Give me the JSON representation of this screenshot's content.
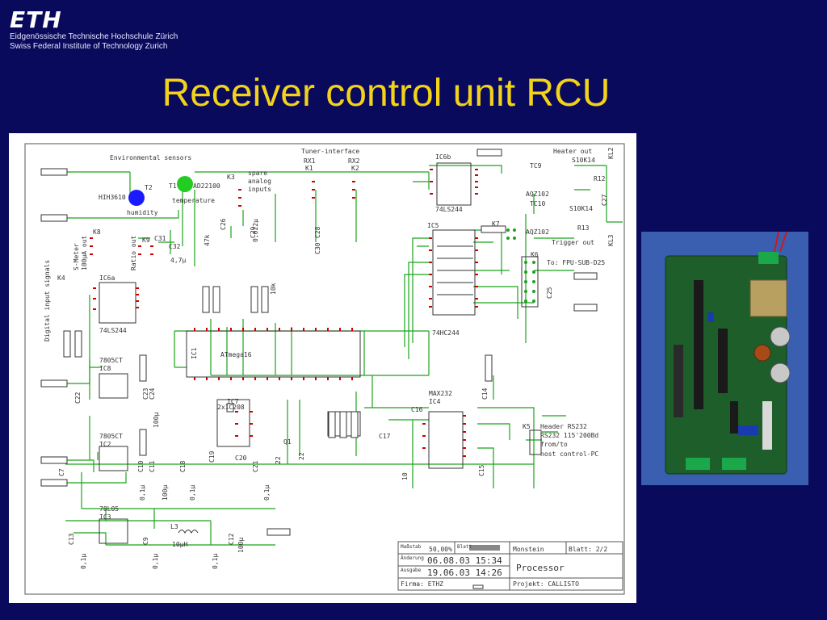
{
  "logo": {
    "mark": "ETH",
    "line1": "Eidgenössische Technische Hochschule Zürich",
    "line2": "Swiss Federal Institute of Technology Zurich"
  },
  "slide": {
    "title": "Receiver control unit RCU"
  },
  "schematic": {
    "labels": {
      "env": "Environmental sensors",
      "tuner": "Tuner-interface",
      "heater": "Heater out",
      "trigger": "Trigger out",
      "digital": "Digital input signals",
      "spare": "spare",
      "analog": "analog",
      "inputs": "inputs",
      "humidity": "humidity",
      "temperature": "temperature",
      "fpu": "To: FPU-SUB-D25",
      "header": "Header RS232",
      "rs232": "RS232 115'200Bd",
      "fromto": "from/to",
      "hostpc": "host control-PC",
      "smeter": "S-Meter",
      "smeter2": "100µA out",
      "ratio": "Ratio out"
    },
    "parts": {
      "ic6a": "IC6a",
      "ic6a_t": "74LS244",
      "ic6b": "IC6b",
      "ic6b_t": "74LS244",
      "ic5": "IC5",
      "ic5_t": "74HC244",
      "ic1": "IC1",
      "ic1_t": "ATmega16",
      "ic4": "IC4",
      "ic4_t": "MAX232",
      "ic7": "IC7",
      "ic7_t": "2x1C208",
      "ic8": "IC8",
      "ic8_t": "7805CT",
      "ic2": "IC2",
      "ic2_t": "7805CT",
      "ic3": "IC3",
      "ic3_t": "78L05",
      "t1": "T1",
      "t1_t": "AD22100",
      "t2": "T2",
      "t2_t": "HIH3610",
      "k1": "K1",
      "k2": "K2",
      "k3": "K3",
      "k4": "K4",
      "k5": "K5",
      "k6": "K6",
      "k7": "K7",
      "k8": "K8",
      "k9": "K9",
      "kl2": "KL2",
      "kl3": "KL3",
      "tc9": "TC9",
      "tc10": "TC10",
      "r12": "R12",
      "r13": "R13",
      "s10k14a": "S10K14",
      "s10k14b": "S10K14",
      "az1": "AQZ102",
      "az2": "AQZ102",
      "rx1": "RX1",
      "rx2": "RX2",
      "l3": "L3",
      "l3_v": "10µH",
      "q1": "Q1",
      "c": [
        "C22",
        "C23",
        "C24",
        "C7",
        "C9",
        "C10",
        "C11",
        "C12",
        "C13",
        "C14",
        "C15",
        "C16",
        "C17",
        "C18",
        "C19",
        "C20",
        "C21",
        "C25",
        "C26",
        "C27",
        "C28",
        "C29",
        "C30",
        "C31",
        "C32"
      ],
      "v": [
        "0,1µ",
        "100µ",
        "0,022µ",
        "4,7µ",
        "22",
        "10",
        "47k",
        "10k"
      ]
    },
    "titleblock": {
      "massstab_l": "Maßstab",
      "massstab": "50,00%",
      "blatt_l": "Blatt",
      "name": "Monstein",
      "blatt": "Blatt: 2/2",
      "aenderung_l": "Änderung",
      "aenderung": "06.08.03 15:34",
      "ausgabe_l": "Ausgabe",
      "ausgabe": "19.06.03 14:26",
      "processor": "Processor",
      "firma": "Firma: ETHZ",
      "projekt": "Projekt: CALLISTO"
    }
  },
  "photo": {
    "alt": "Assembled RCU circuit board"
  },
  "colors": {
    "background": "#0a0a5c",
    "title": "#f2d21a",
    "wire": "#1aa31a",
    "pin": "#cc0000",
    "ink": "#333333",
    "t1": "#22cc22",
    "t2": "#1a1aff",
    "pcb": "#1e5e2a"
  }
}
